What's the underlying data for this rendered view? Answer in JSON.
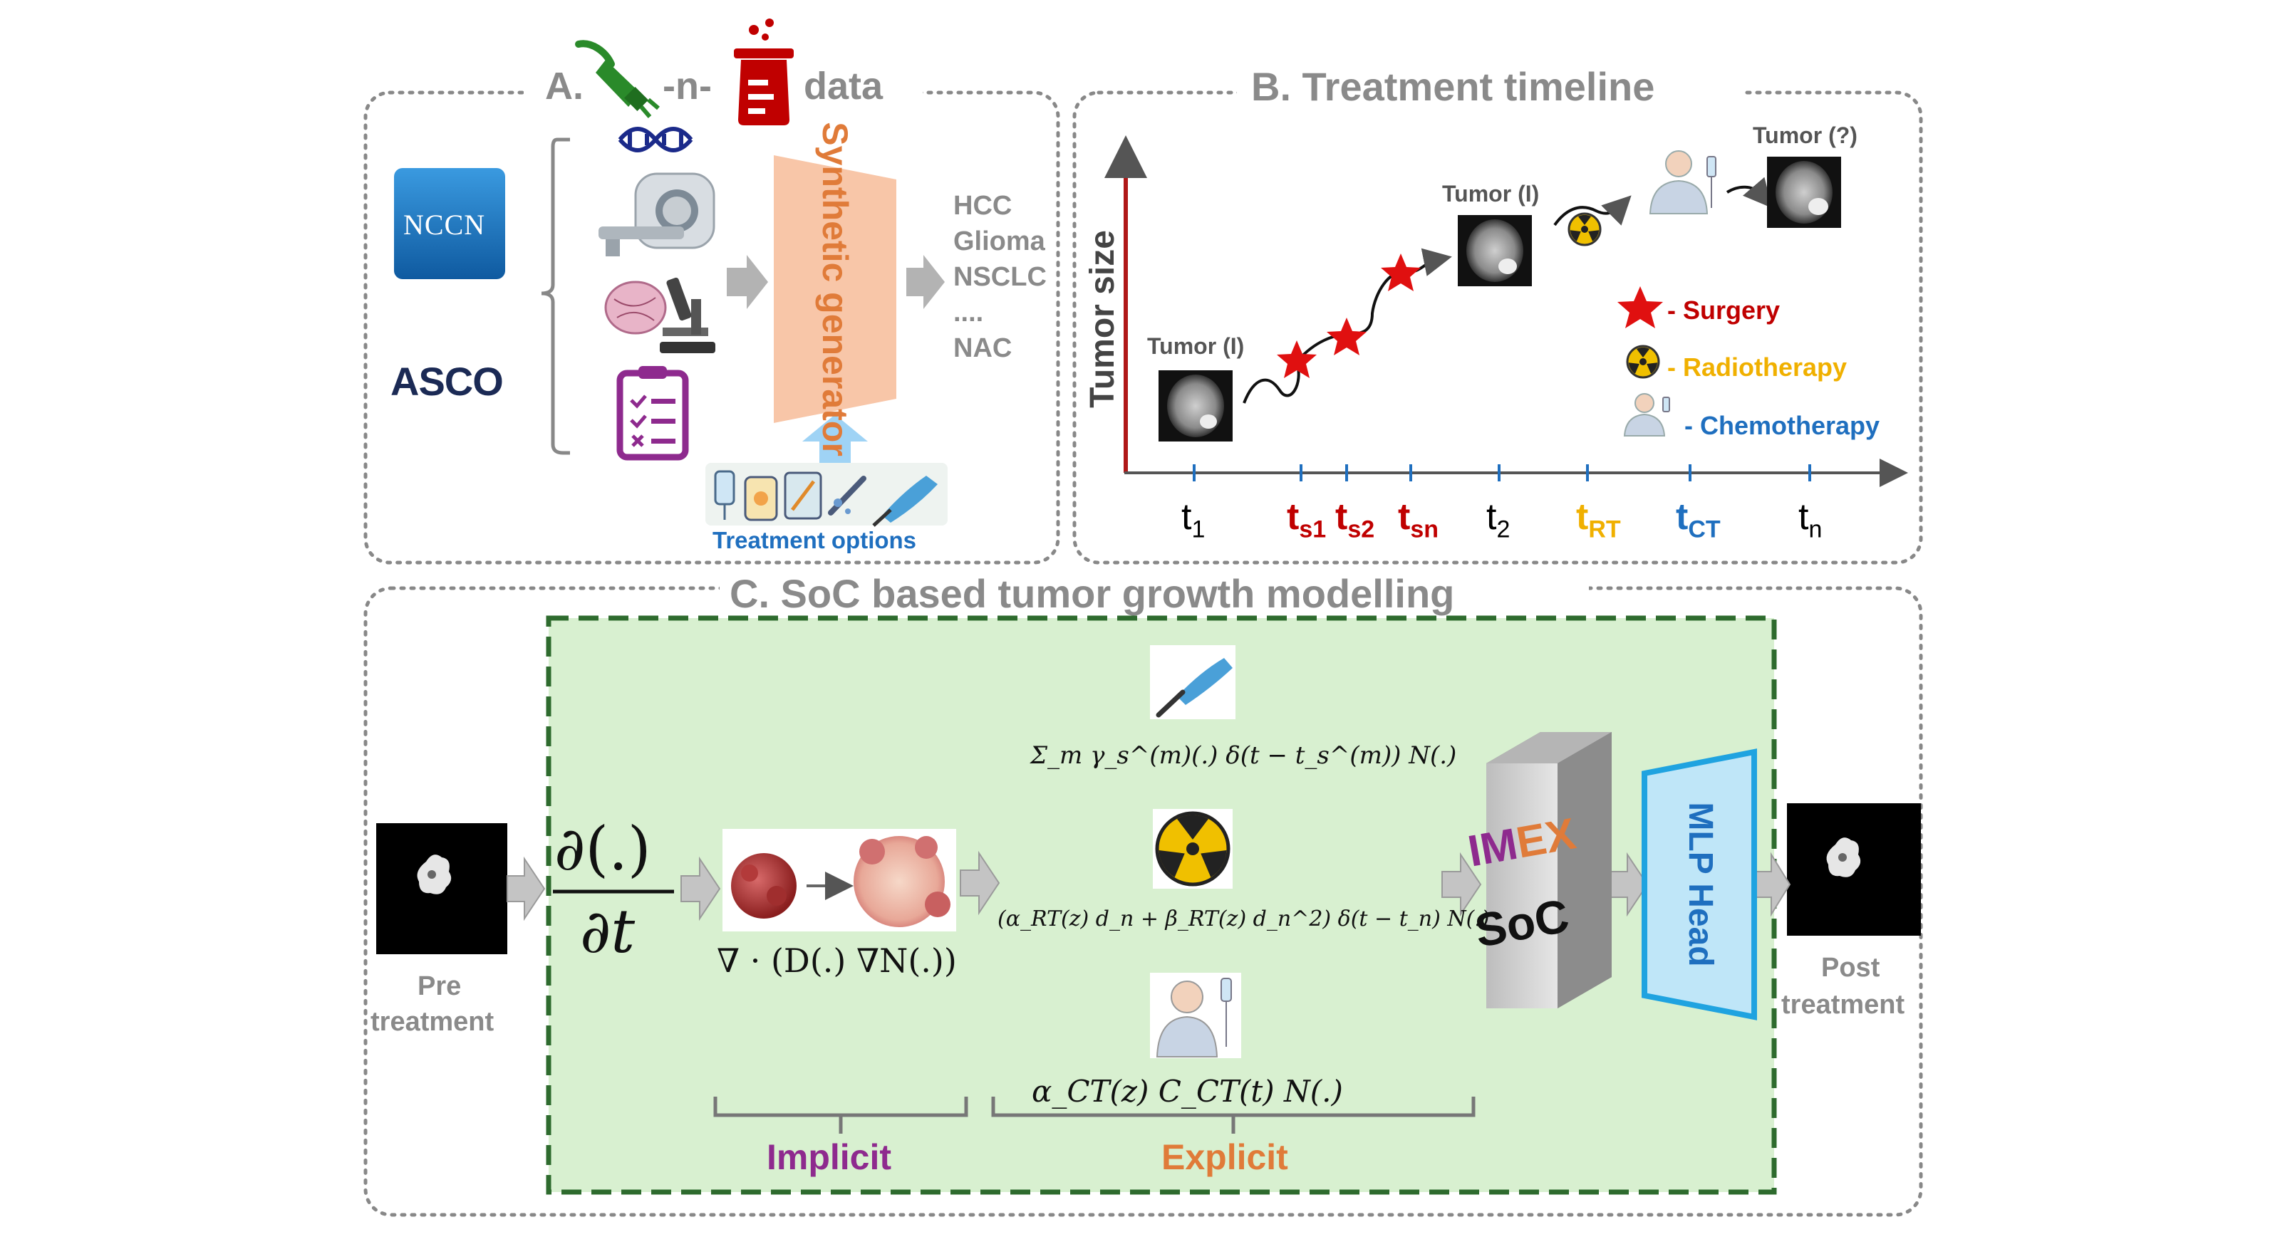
{
  "panel_a": {
    "title_prefix": "A.",
    "title_mid": "-n-",
    "title_suffix": "data",
    "logo_nccn": "NCCN",
    "logo_asco": "ASCO",
    "generator_label": "Synthetic generator",
    "outputs": [
      "HCC",
      "Glioma",
      "NSCLC",
      "....",
      "NAC"
    ],
    "treatment_options_label": "Treatment options"
  },
  "panel_b": {
    "title": "B. Treatment timeline",
    "y_axis_label": "Tumor size",
    "tumor_label_1": "Tumor (I)",
    "tumor_label_2": "Tumor (I)",
    "tumor_label_3": "Tumor (?)",
    "legend": {
      "surgery": "- Surgery",
      "radiotherapy": "- Radiotherapy",
      "chemotherapy": "- Chemotherapy"
    },
    "ticks": [
      {
        "base": "t",
        "sub": "1",
        "color": "#111111"
      },
      {
        "base": "t",
        "sub": "s1",
        "color": "#c00000"
      },
      {
        "base": "t",
        "sub": "s2",
        "color": "#c00000"
      },
      {
        "base": "t",
        "sub": "sn",
        "color": "#c00000"
      },
      {
        "base": "t",
        "sub": "2",
        "color": "#111111"
      },
      {
        "base": "t",
        "sub": "RT",
        "color": "#f0b000"
      },
      {
        "base": "t",
        "sub": "CT",
        "color": "#1f6fbf"
      },
      {
        "base": "t",
        "sub": "n",
        "color": "#111111"
      }
    ]
  },
  "panel_c": {
    "title": "C. SoC based tumor growth modelling",
    "pre_label_1": "Pre",
    "pre_label_2": "treatment",
    "post_label_1": "Post",
    "post_label_2": "treatment",
    "pde_lhs_num": "∂(.)",
    "pde_lhs_den": "∂t",
    "diffusion_term": "∇ · (D(.) ∇N(.))",
    "surgery_term": "Σ_m γ_s^(m)(.) δ(t − t_s^(m)) N(.)",
    "radiotherapy_term": "(α_RT(z) d_n + β_RT(z) d_n^2) δ(t − t_n) N(.)",
    "chemo_term": "α_CT(z) C_CT(t) N(.)",
    "implicit_label": "Implicit",
    "explicit_label": "Explicit",
    "imex_im": "IM",
    "imex_ex": "EX",
    "soc_label": "SoC",
    "mlp_label": "MLP Head"
  },
  "colors": {
    "surgery_red": "#c00000",
    "radiotherapy_yellow": "#f0b000",
    "chemo_blue": "#1f6fbf",
    "implicit_purple": "#8e2a8e",
    "explicit_orange": "#e07b39",
    "generator_fill": "#f8c6a8",
    "green_box_fill": "#d8f0d0",
    "green_box_border": "#2e6b2e",
    "mlp_border": "#1fa3e0",
    "nccn_blue": "#1e78c8",
    "asco_navy": "#1b2a55",
    "title_gray": "#8a8a8a"
  }
}
